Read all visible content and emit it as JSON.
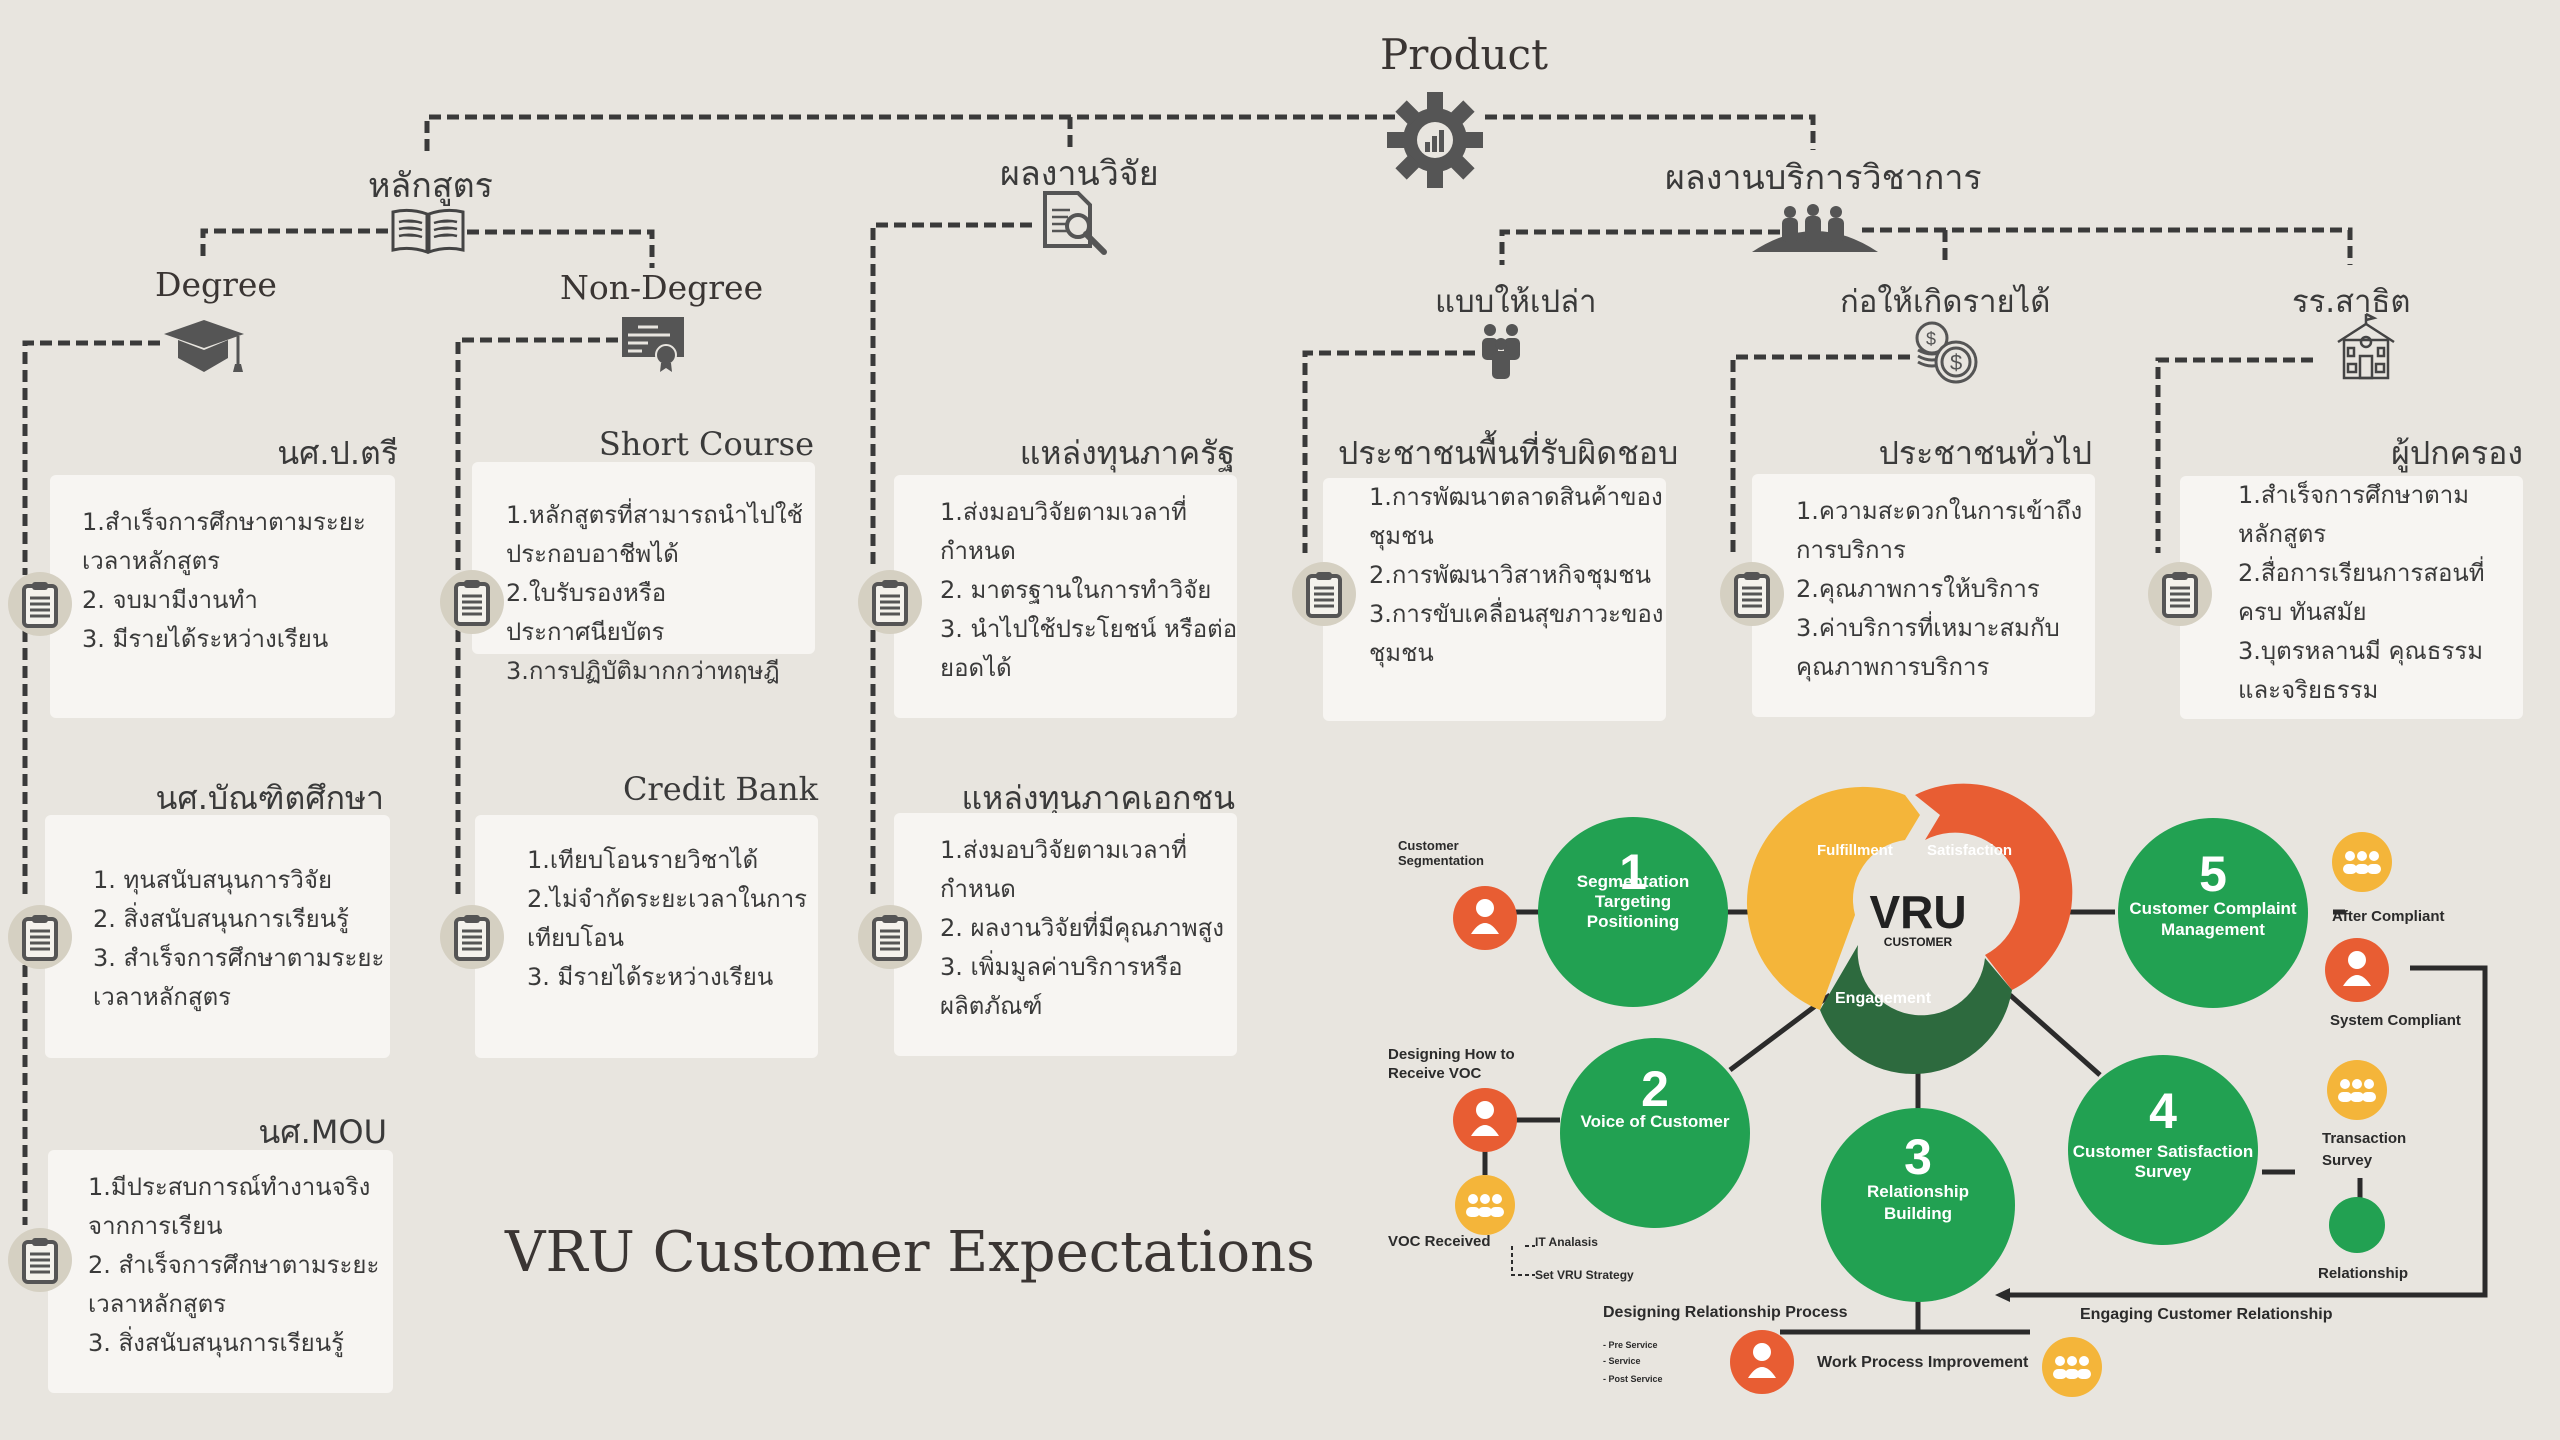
{
  "title": "VRU Customer Expectations",
  "tree": {
    "root": "Product",
    "branches": {
      "curriculum": {
        "label": "หลักสูตร",
        "degree": "Degree",
        "non_degree": "Non-Degree"
      },
      "research": {
        "label": "ผลงานวิจัย"
      },
      "academic_service": {
        "label": "ผลงานบริการวิชาการ",
        "free": "แบบให้เปล่า",
        "income": "ก่อให้เกิดรายได้",
        "demo_school": "รร.สาธิต"
      }
    }
  },
  "cards": {
    "bachelor": {
      "title": "นศ.ป.ตรี",
      "lines": [
        "1.สำเร็จการศึกษาตามระยะ",
        "เวลาหลักสูตร",
        "2. จบมามีงานทำ",
        "3. มีรายได้ระหว่างเรียน"
      ]
    },
    "grad": {
      "title": "นศ.บัณฑิตศึกษา",
      "lines": [
        "1. ทุนสนับสนุนการวิจัย",
        "2. สิ่งสนับสนุนการเรียนรู้",
        "3. สำเร็จการศึกษาตามระยะ",
        "เวลาหลักสูตร"
      ]
    },
    "mou": {
      "title": "นศ.MOU",
      "lines": [
        "1.มีประสบการณ์ทำงานจริง",
        "จากการเรียน",
        "2. สำเร็จการศึกษาตามระยะ",
        "เวลาหลักสูตร",
        "3. สิ่งสนับสนุนการเรียนรู้"
      ]
    },
    "short_course": {
      "title": "Short Course",
      "lines": [
        "1.หลักสูตรที่สามารถนำไปใช้",
        "ประกอบอาชีพได้",
        "2.ใบรับรองหรือ",
        "ประกาศนียบัตร",
        "3.การปฏิบัติมากกว่าทฤษฎี"
      ]
    },
    "credit_bank": {
      "title": "Credit Bank",
      "lines": [
        "1.เทียบโอนรายวิชาได้",
        "2.ไม่จำกัดระยะเวลาในการ",
        "เทียบโอน",
        "3. มีรายได้ระหว่างเรียน"
      ]
    },
    "gov_fund": {
      "title": "แหล่งทุนภาครัฐ",
      "lines": [
        "1.ส่งมอบวิจัยตามเวลาที่",
        "กำหนด",
        "2. มาตรฐานในการทำวิจัย",
        "3. นำไปใช้ประโยชน์ หรือต่อ",
        "ยอดได้"
      ]
    },
    "private_fund": {
      "title": "แหล่งทุนภาคเอกชน",
      "lines": [
        "1.ส่งมอบวิจัยตามเวลาที่",
        "กำหนด",
        "2. ผลงานวิจัยที่มีคุณภาพสูง",
        "3. เพิ่มมูลค่าบริการหรือ",
        "ผลิตภัณฑ์"
      ]
    },
    "community": {
      "title": "ประชาชนพื้นที่รับผิดชอบ",
      "lines": [
        "1.การพัฒนาตลาดสินค้าของ",
        "ชุมชน",
        "2.การพัฒนาวิสาหกิจชุมชน",
        "3.การขับเคลื่อนสุขภาวะของ",
        "ชุมชน"
      ]
    },
    "public": {
      "title": "ประชาชนทั่วไป",
      "lines": [
        "1.ความสะดวกในการเข้าถึง",
        "การบริการ",
        "2.คุณภาพการให้บริการ",
        "3.ค่าบริการที่เหมาะสมกับ",
        "คุณภาพการบริการ"
      ]
    },
    "parents": {
      "title": "ผู้ปกครอง",
      "lines": [
        "1.สำเร็จการศึกษาตาม",
        "หลักสูตร",
        "2.สื่อการเรียนการสอนที่",
        "ครบ ทันสมัย",
        "3.บุตรหลานมี คุณธรรม",
        "และจริยธรรม"
      ]
    }
  },
  "crm": {
    "center": {
      "title": "VRU",
      "subtitle": "CUSTOMER"
    },
    "ring": [
      "Fulfillment",
      "Satisfaction",
      "Engagement"
    ],
    "steps": [
      {
        "num": "1",
        "label": [
          "Segmentation",
          "Targeting",
          "Positioning"
        ]
      },
      {
        "num": "2",
        "label": [
          "Voice of Customer"
        ]
      },
      {
        "num": "3",
        "label": [
          "Relationship",
          "Building"
        ]
      },
      {
        "num": "4",
        "label": [
          "Customer Satisfaction",
          "Survey"
        ]
      },
      {
        "num": "5",
        "label": [
          "Customer Complaint",
          "Management"
        ]
      }
    ],
    "annotations": {
      "customer_segmentation": [
        "Customer",
        "Segmentation"
      ],
      "designing_voc": [
        "Designing How to",
        "Receive VOC"
      ],
      "voc_received": "VOC Received",
      "it_analysis": "IT Analasis",
      "set_strategy": "Set VRU Strategy",
      "designing_process": "Designing Relationship Process",
      "process_items": [
        "- Pre Service",
        "- Service",
        "- Post Service"
      ],
      "work_process": "Work Process Improvement",
      "after_compliant": "After Compliant",
      "system_compliant": "System Compliant",
      "transaction_survey": [
        "Transaction",
        "Survey"
      ],
      "relationship": "Relationship",
      "engaging": "Engaging Customer Relationship"
    },
    "colors": {
      "green": "#22a152",
      "dark_green": "#2d6a3e",
      "orange": "#e85d33",
      "yellow": "#f4b53a"
    }
  }
}
